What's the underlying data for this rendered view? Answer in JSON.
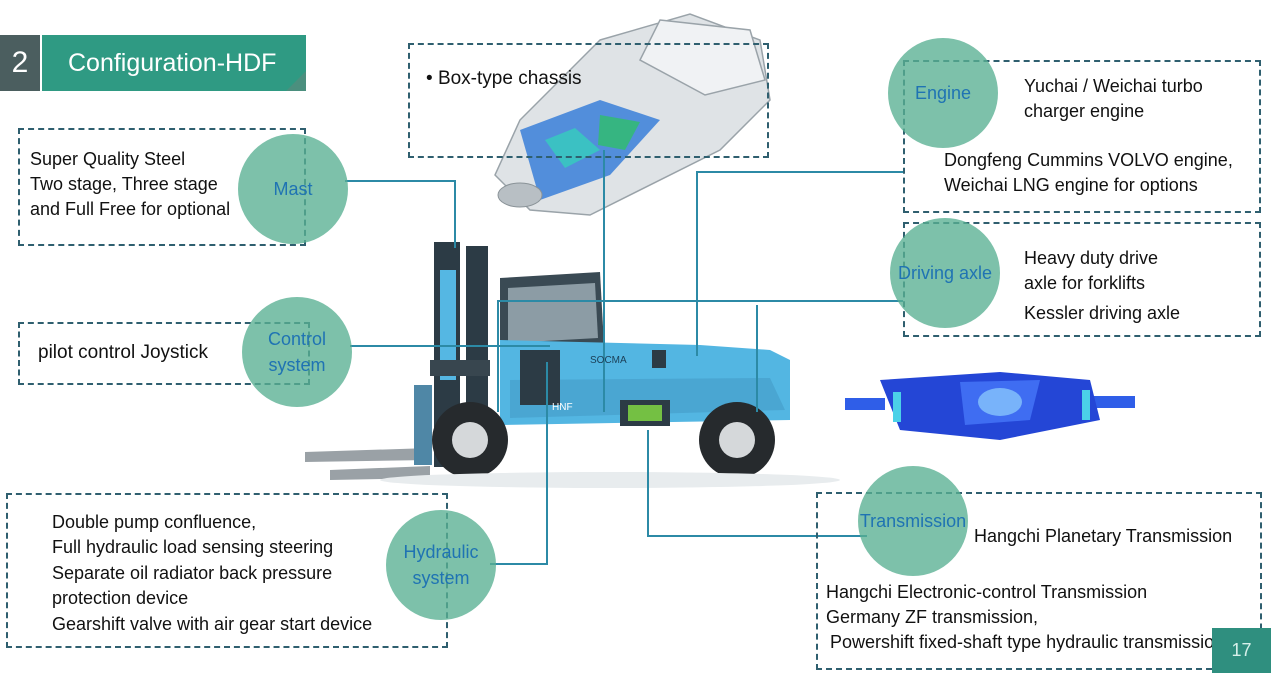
{
  "header": {
    "section_number": "2",
    "title": "Configuration-HDF"
  },
  "chassis": {
    "bullet": "•",
    "label": "Box-type chassis"
  },
  "mast": {
    "label": "Mast",
    "lines": [
      "Super Quality Steel",
      "Two stage, Three stage",
      "and Full Free for optional"
    ]
  },
  "control": {
    "label_line1": "Control",
    "label_line2": "system",
    "text": "pilot control Joystick"
  },
  "hydraulic": {
    "label_line1": "Hydraulic",
    "label_line2": "system",
    "lines": [
      "Double pump confluence,",
      "Full hydraulic load sensing steering",
      "Separate oil radiator  back pressure",
      "protection device",
      "Gearshift valve with air gear start device"
    ]
  },
  "engine": {
    "label": "Engine",
    "line1": "Yuchai / Weichai turbo",
    "line2": "charger engine",
    "line3": "Dongfeng Cummins VOLVO engine,",
    "line4": "Weichai LNG engine for options"
  },
  "axle": {
    "label": "Driving axle",
    "line1": "Heavy duty drive",
    "line2": "axle for forklifts",
    "line3": "Kessler driving axle"
  },
  "transmission": {
    "label": "Transmission",
    "line1": "Hangchi Planetary Transmission",
    "line2": "Hangchi Electronic-control Transmission",
    "line3": "Germany ZF transmission,",
    "line4": "Powershift fixed-shaft type hydraulic transmission"
  },
  "vehicle": {
    "brand": "SOCMA",
    "model": "HNF"
  },
  "page_number": "17",
  "colors": {
    "header_dark": "#4b5e5f",
    "header_green": "#2f9a83",
    "circle": "#58b092",
    "label_blue": "#1f73b3",
    "line": "#2c8aa6",
    "dash": "#2f5f6f",
    "body_blue": "#53b6e2"
  }
}
